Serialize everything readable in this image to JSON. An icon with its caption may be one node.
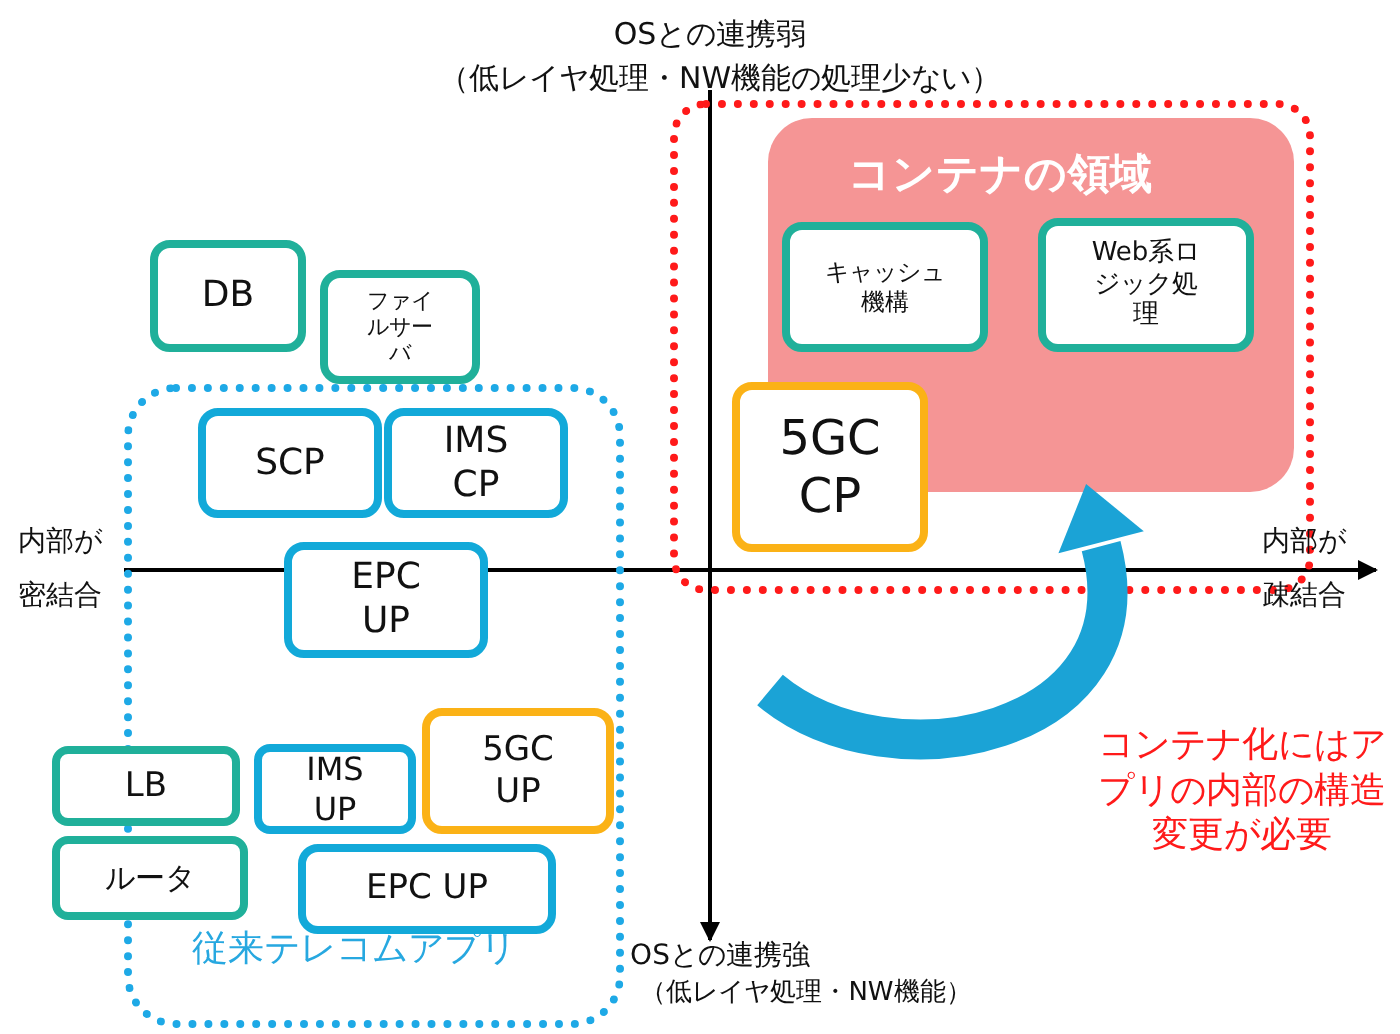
{
  "diagram": {
    "nodes": [
      {
        "text": [],
        "shape": "box"
      },
      {
        "text": [
          "コンテナの領域"
        ],
        "in": 0
      },
      {
        "text": [
          "キャッシュ機構"
        ],
        "in": 1
      },
      {
        "text": [
          "Web系ロジック処理"
        ],
        "in": 1
      },
      {
        "text": [
          "5GC CP"
        ],
        "in": 0
      },
      {
        "text": [
          "DB"
        ]
      },
      {
        "text": [
          "ファイルサーバ"
        ]
      },
      {
        "text": [
          "従来テレコムアプリ"
        ]
      },
      {
        "text": [
          "SCP"
        ],
        "in": 7
      },
      {
        "text": [
          "IMS CP"
        ],
        "in": 7
      },
      {
        "text": [
          "EPC UP"
        ],
        "in": 7
      },
      {
        "text": [
          "LB"
        ]
      },
      {
        "text": [
          "IMS UP"
        ],
        "in": 7
      },
      {
        "text": [
          "5GC UP"
        ],
        "in": 7
      },
      {
        "text": [
          "ルータ"
        ]
      },
      {
        "text": [
          "EPC UP"
        ],
        "in": 7
      }
    ],
    "edges": [
      {
        "from": null,
        "to": 1,
        "arrow": "to",
        "color": "#1ba3d6"
      }
    ],
    "labels": [
      "OSとの連携弱",
      "（低レイヤ処理・NW機能の処理少ない）",
      "内部が密結合",
      "内部が疎結合",
      "コンテナ化にはアプリの内部の構造変更が必要",
      "OSとの連携強",
      "（低レイヤ処理・NW機能）"
    ]
  }
}
